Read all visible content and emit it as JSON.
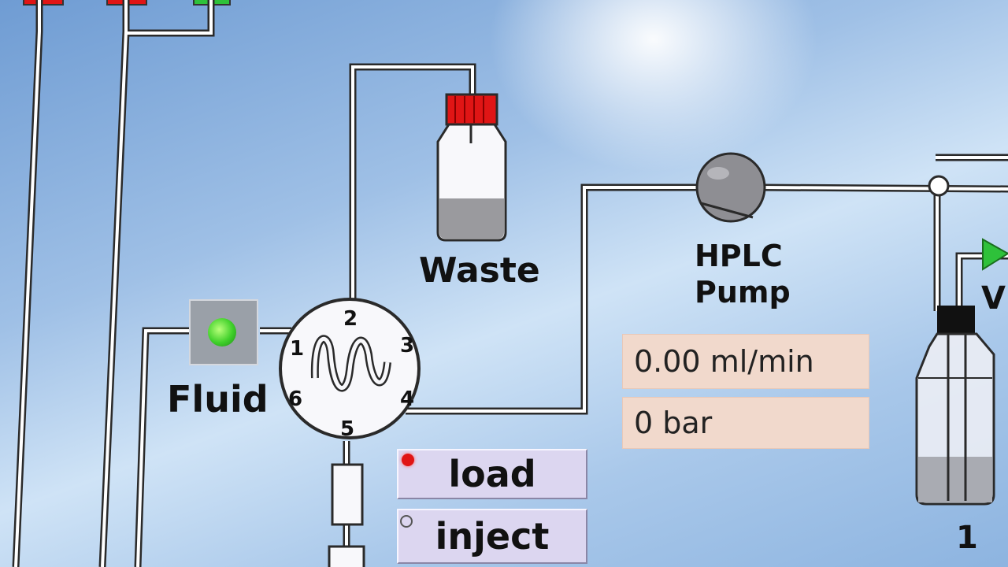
{
  "labels": {
    "waste": "Waste",
    "pump_line1": "HPLC",
    "pump_line2": "Pump",
    "fluid": "Fluid",
    "vial_number": "1",
    "partial_letter": "V"
  },
  "readouts": {
    "flow": "0.00 ml/min",
    "pressure": "0 bar"
  },
  "valve": {
    "ports": [
      "1",
      "2",
      "3",
      "4",
      "5",
      "6"
    ],
    "buttons": {
      "load": "load",
      "inject": "inject"
    },
    "selected": "load"
  },
  "colors": {
    "waste_cap": "#e01515",
    "fluid_led": "#3fd02a",
    "load_radio": "#e01515",
    "readout_bg": "#f1d9cc",
    "button_bg": "#dcd6f0"
  }
}
